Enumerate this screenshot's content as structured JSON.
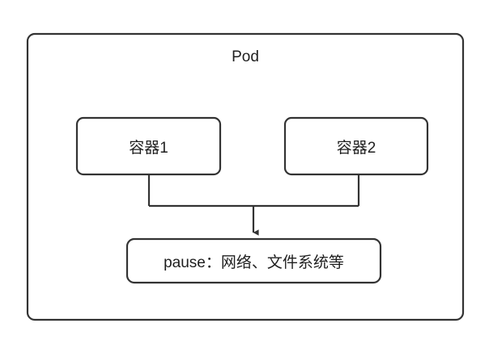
{
  "diagram": {
    "title": "Pod",
    "style": {
      "stroke_color": "#333333",
      "fill_color": "#ffffff",
      "background": "#ffffff",
      "text_color": "#1f1f1f"
    },
    "pod": {
      "label": "Pod"
    },
    "containers": [
      {
        "label": "容器1"
      },
      {
        "label": "容器2"
      }
    ],
    "pause": {
      "label": "pause：网络、文件系统等"
    },
    "connector": {
      "type": "merge-arrow",
      "from": [
        "容器1",
        "容器2"
      ],
      "to": "pause：网络、文件系统等"
    }
  }
}
